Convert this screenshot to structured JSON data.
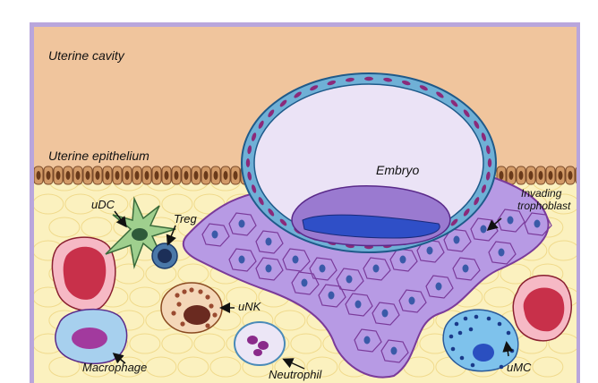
{
  "labels": {
    "uterine_cavity": "Uterine cavity",
    "uterine_epithelium": "Uterine epithelium",
    "embryo": "Embryo",
    "invading_trophoblast_line1": "Invading",
    "invading_trophoblast_line2": "trophoblast",
    "udc": "uDC",
    "treg": "Treg",
    "unk": "uNK",
    "macrophage": "Macrophage",
    "neutrophil": "Neutrophil",
    "umc": "uMC"
  },
  "colors": {
    "cavity": "#f0c59d",
    "tissue": "#fbf1bf",
    "frame": "#b9a6dc",
    "trophoblast": "#b79ae4",
    "embryo_shell": "#6fb0d6",
    "embryo_fill": "#ebe3f6",
    "inner_mass": "#2f4fc7",
    "red_cell": "#c8304a",
    "epithelium": "#d29a67"
  },
  "icons": [
    "arrow-icon"
  ]
}
